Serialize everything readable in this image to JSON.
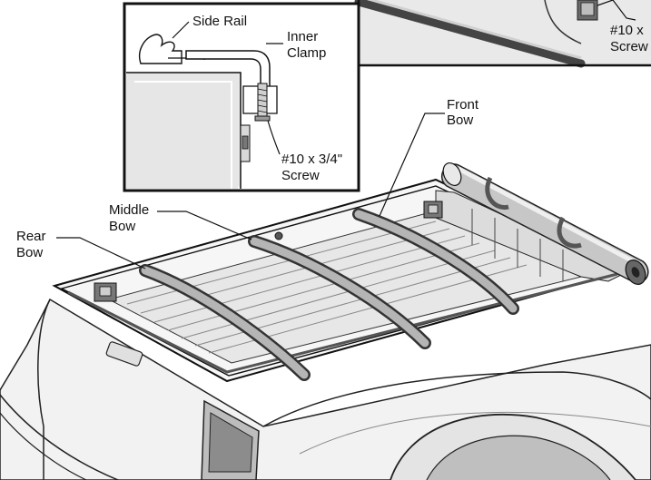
{
  "labels": {
    "side_rail": "Side Rail",
    "inner_clamp": [
      "Inner",
      "Clamp"
    ],
    "screw_detail": [
      "#10 x 3/4\"",
      "Screw"
    ],
    "screw_partial": [
      "#10 x",
      "Screw"
    ],
    "front_bow": [
      "Front",
      "Bow"
    ],
    "middle_bow": [
      "Middle",
      "Bow"
    ],
    "rear_bow": [
      "Rear",
      "Bow"
    ]
  }
}
